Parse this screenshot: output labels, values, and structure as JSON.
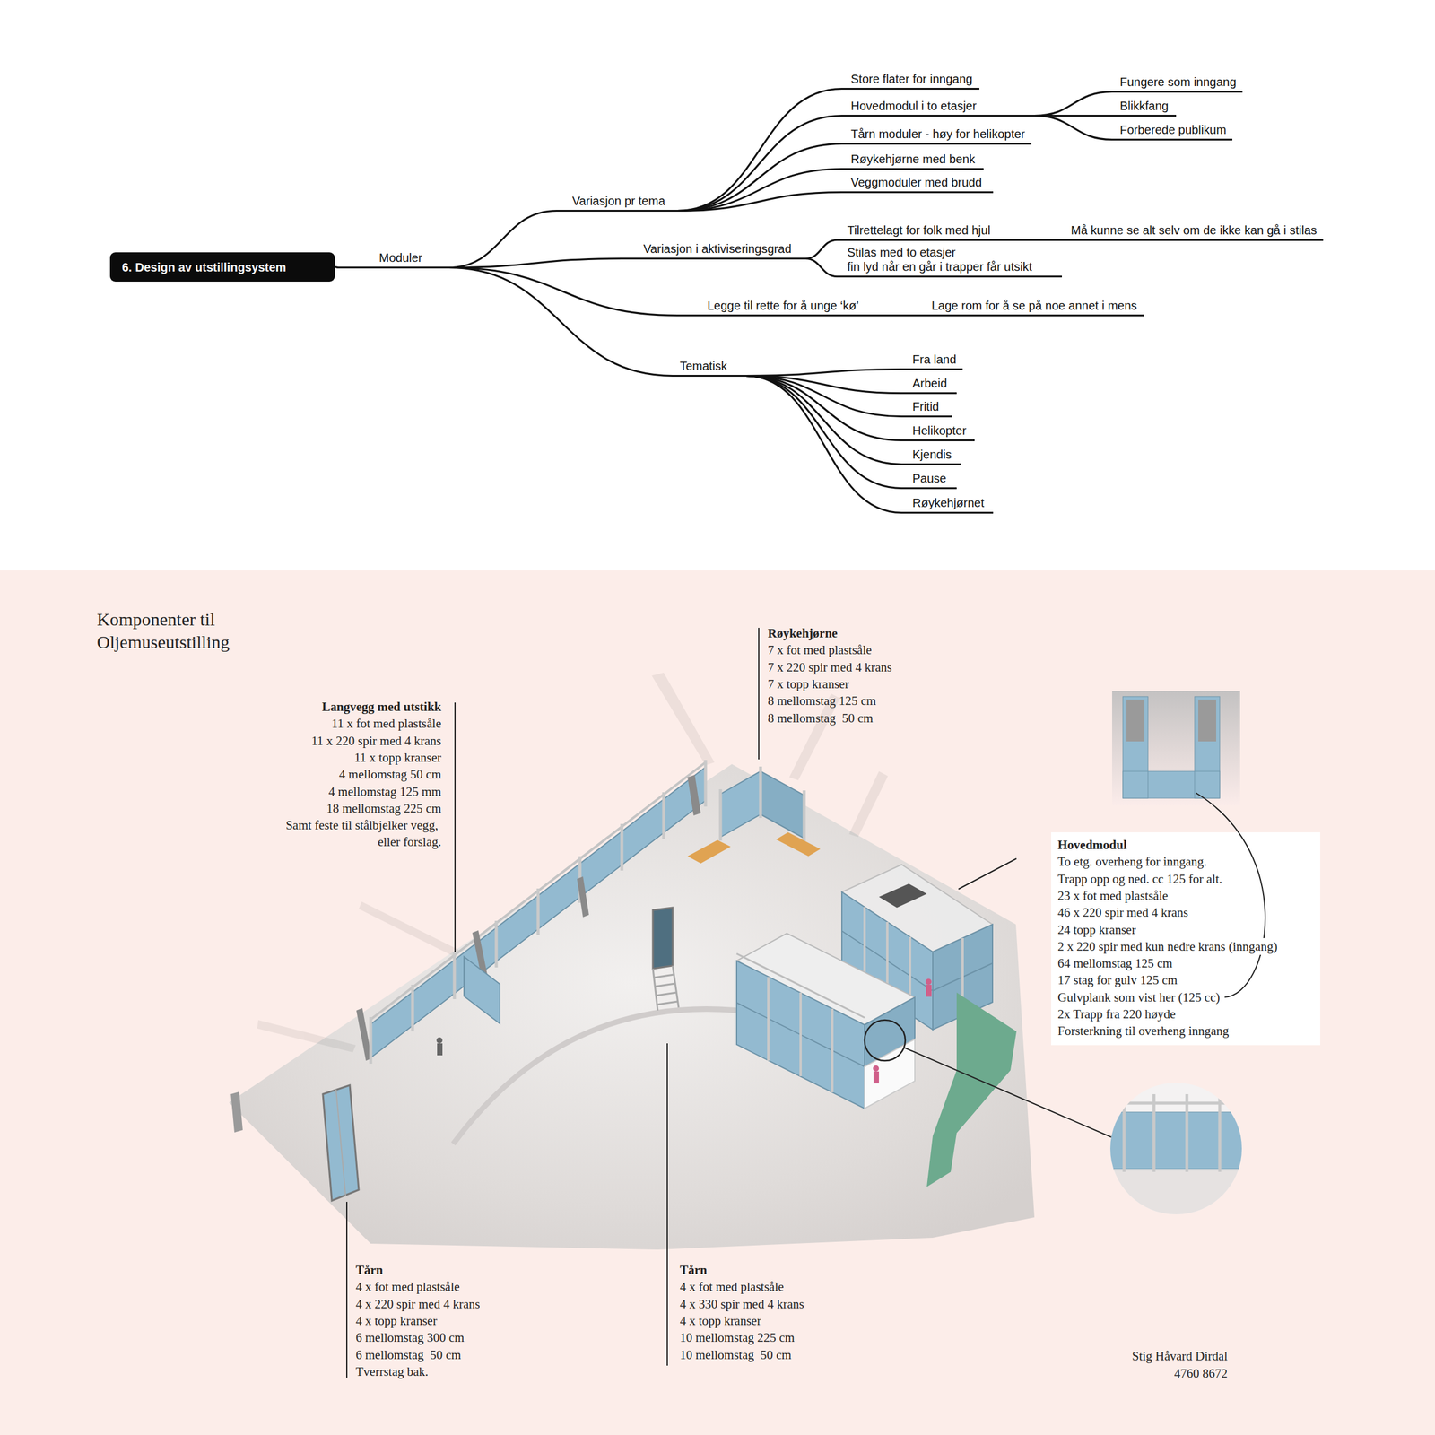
{
  "diagram": {
    "title": "Komponenter til Oljemuseutstilling",
    "nodes": [
      {
        "text": [
          "6. Design av utstillingsystem"
        ]
      },
      {
        "text": [
          "Moduler"
        ]
      },
      {
        "text": [
          "Variasjon pr tema"
        ]
      },
      {
        "text": [
          "Store flater for inngang"
        ]
      },
      {
        "text": [
          "Hovedmodul i to etasjer"
        ]
      },
      {
        "text": [
          "Fungere som inngang"
        ]
      },
      {
        "text": [
          "Blikkfang"
        ]
      },
      {
        "text": [
          "Forberede publikum"
        ]
      },
      {
        "text": [
          "Tårn moduler - høy for helikopter"
        ]
      },
      {
        "text": [
          "Røykehjørne med benk"
        ]
      },
      {
        "text": [
          "Veggmoduler med brudd"
        ]
      },
      {
        "text": [
          "Variasjon i aktiviseringsgrad"
        ]
      },
      {
        "text": [
          "Tilrettelagt for folk med hjul"
        ]
      },
      {
        "text": [
          "Må kunne se alt selv om de ikke kan gå i stilas"
        ]
      },
      {
        "text": [
          "Stilas med to etasjer fin lyd når en går i trapper får utsikt"
        ]
      },
      {
        "text": [
          "Legge til rette for å unge ‘kø’"
        ]
      },
      {
        "text": [
          "Lage rom for å se på noe annet i mens"
        ]
      },
      {
        "text": [
          "Tematisk"
        ]
      },
      {
        "text": [
          "Fra land"
        ]
      },
      {
        "text": [
          "Arbeid"
        ]
      },
      {
        "text": [
          "Fritid"
        ]
      },
      {
        "text": [
          "Helikopter"
        ]
      },
      {
        "text": [
          "Kjendis"
        ]
      },
      {
        "text": [
          "Pause"
        ]
      },
      {
        "text": [
          "Røykehjørnet"
        ]
      }
    ],
    "edges": [
      {
        "from": 0,
        "to": 1,
        "arrow": "none"
      },
      {
        "from": 1,
        "to": 2,
        "arrow": "none"
      },
      {
        "from": 2,
        "to": 3,
        "arrow": "none"
      },
      {
        "from": 2,
        "to": 4,
        "arrow": "none"
      },
      {
        "from": 4,
        "to": 5,
        "arrow": "none"
      },
      {
        "from": 4,
        "to": 6,
        "arrow": "none"
      },
      {
        "from": 4,
        "to": 7,
        "arrow": "none"
      },
      {
        "from": 2,
        "to": 8,
        "arrow": "none"
      },
      {
        "from": 2,
        "to": 9,
        "arrow": "none"
      },
      {
        "from": 2,
        "to": 10,
        "arrow": "none"
      },
      {
        "from": 1,
        "to": 11,
        "arrow": "none"
      },
      {
        "from": 11,
        "to": 12,
        "arrow": "none"
      },
      {
        "from": 12,
        "to": 13,
        "arrow": "none"
      },
      {
        "from": 11,
        "to": 14,
        "arrow": "none"
      },
      {
        "from": 1,
        "to": 15,
        "arrow": "none"
      },
      {
        "from": 15,
        "to": 16,
        "arrow": "none"
      },
      {
        "from": 1,
        "to": 17,
        "arrow": "none"
      },
      {
        "from": 17,
        "to": 18,
        "arrow": "none"
      },
      {
        "from": 17,
        "to": 19,
        "arrow": "none"
      },
      {
        "from": 17,
        "to": 20,
        "arrow": "none"
      },
      {
        "from": 17,
        "to": 21,
        "arrow": "none"
      },
      {
        "from": 17,
        "to": 22,
        "arrow": "none"
      },
      {
        "from": 17,
        "to": 23,
        "arrow": "none"
      },
      {
        "from": 17,
        "to": 24,
        "arrow": "none"
      }
    ],
    "labels": [
      "Langvegg med utstikk",
      "11 x fot med plastsåle",
      "11 x 220 spir med 4 krans",
      "11 x topp kranser",
      "4 mellomstag 50 cm",
      "4 mellomstag 125 mm",
      "18 mellomstag 225 cm",
      "Samt feste til stålbjelker vegg, eller forslag.",
      "Røykehjørne",
      "7 x fot med plastsåle",
      "7 x 220 spir med 4 krans",
      "7 x topp kranser",
      "8 mellomstag 125 cm",
      "8 mellomstag  50 cm",
      "Hovedmodul",
      "To etg. overheng for inngang.",
      "Trapp opp og ned. cc 125 for alt.",
      "23 x fot med plastsåle",
      "46 x 220 spir med 4 krans",
      "24 topp kranser",
      "2 x 220 spir med kun nedre krans (inngang)",
      "64 mellomstag 125 cm",
      "17 stag for gulv 125 cm",
      "Gulvplank som vist her (125 cc)",
      "2x Trapp fra 220 høyde",
      "Forsterkning til overheng inngang",
      "Tårn",
      "4 x fot med plastsåle",
      "4 x 220 spir med 4 krans",
      "4 x topp kranser",
      "6 mellomstag 300 cm",
      "6 mellomstag  50 cm",
      "Tverrstag bak.",
      "Tårn",
      "4 x fot med plastsåle",
      "4 x 330 spir med 4 krans",
      "4 x topp kranser",
      "10 mellomstag 225 cm",
      "10 mellomstag  50 cm",
      "Stig Håvard Dirdal",
      "4760 8672"
    ]
  }
}
